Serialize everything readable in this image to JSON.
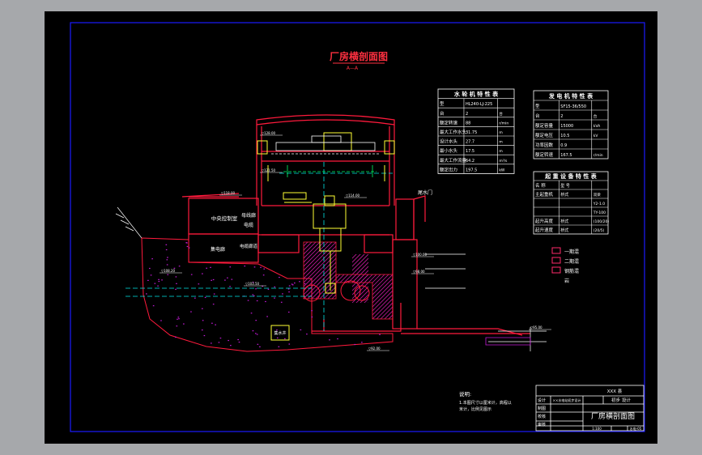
{
  "drawing": {
    "title": "厂房横剖面图",
    "section_mark": "A—A",
    "colors": {
      "background": "#000000",
      "frame": "#1a1aff",
      "structure": "#ff1a3c",
      "hatch": "#b0148c",
      "text": "#ffffff",
      "equipment": "#ffff33",
      "axis": "#00e5e5",
      "legend_box": "#ff2a6a"
    },
    "turbine_table": {
      "title": "水 轮 机 特 性 表",
      "rows": [
        [
          "型",
          "HL240-LJ-225",
          ""
        ],
        [
          "台",
          "2",
          "台"
        ],
        [
          "额定转速",
          "88",
          "r/min"
        ],
        [
          "最大工作水头",
          "31.75",
          "m"
        ],
        [
          "设计水头",
          "27.7",
          "m"
        ],
        [
          "最小水头",
          "17.5",
          "m"
        ],
        [
          "最大工作流量",
          "64.2",
          "m³/s"
        ],
        [
          "额定出力",
          "197.5",
          "kW"
        ]
      ]
    },
    "generator_table": {
      "title": "发 电 机 特 性 表",
      "rows": [
        [
          "型",
          "SF15-36/550",
          ""
        ],
        [
          "台",
          "2",
          "台"
        ],
        [
          "额定容量",
          "15000",
          "kVA"
        ],
        [
          "额定电压",
          "10.5",
          "kV"
        ],
        [
          "功率因数",
          "0.9",
          ""
        ],
        [
          "额定转速",
          "167.5",
          "r/min"
        ]
      ]
    },
    "crane_table": {
      "title": "起 重 设 备 特 性 表",
      "rows": [
        [
          "名 称",
          "型 号",
          ""
        ],
        [
          "主起重机",
          "桥式",
          "双梁"
        ],
        [
          "",
          "",
          "Y2-1.0"
        ],
        [
          "",
          "",
          "TY-100"
        ],
        [
          "起升高度",
          "桥式",
          "(100/20)"
        ],
        [
          "起升速度",
          "桥式",
          "(20/5)"
        ]
      ]
    },
    "legend": [
      {
        "label": "一期混",
        "color": "#ff2a6a"
      },
      {
        "label": "二期混",
        "color": "#ff2a6a"
      },
      {
        "label": "钢筋混",
        "color": "#ff2a6a"
      },
      {
        "label": "岩",
        "color": ""
      }
    ],
    "rooms": {
      "central_control": "中央控制室",
      "transformer_corridor": "母线廊",
      "cable": "电缆",
      "spiral_corridor": "集电廊",
      "cable_gallery": "电缆廊道",
      "tailrace_gate": "尾水门",
      "sump": "集水井",
      "tail_label": "尾水门"
    },
    "elevations": [
      "▽128.00",
      "▽121.50",
      "▽118.00",
      "▽114.00",
      "▽108.20",
      "▽103.50",
      "▽100.00",
      "▽98.00",
      "▽95.00",
      "▽92.00"
    ],
    "notes": {
      "heading": "说明:",
      "lines": [
        "1.本图尺寸以厘米计，高程以",
        "米计，比例见图示"
      ]
    },
    "title_block": {
      "project": "XXX 县",
      "drawing_name": "厂房横剖面图",
      "design_stage": "初步 设计",
      "row_labels": [
        "设计",
        "制图",
        "校核",
        "审核"
      ],
      "info": "××水电站初步设计",
      "scale": "1:100",
      "number": "水电-05"
    }
  }
}
